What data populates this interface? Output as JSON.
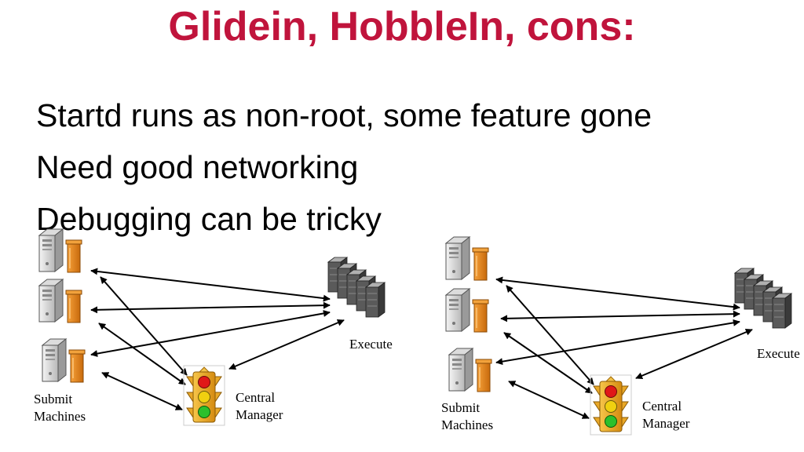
{
  "title": "Glidein, HobbleIn, cons:",
  "bullets": [
    "Startd runs as non-root, some feature gone",
    "Need good networking",
    "Debugging can be tricky"
  ],
  "diagrams": [
    {
      "execute_label": "Execute",
      "submit_label_1": "Submit",
      "submit_label_2": "Machines",
      "central_label_1": "Central",
      "central_label_2": "Manager"
    },
    {
      "execute_label": "Execute",
      "submit_label_1": "Submit",
      "submit_label_2": "Machines",
      "central_label_1": "Central",
      "central_label_2": "Manager"
    }
  ],
  "colors": {
    "title": "#c0143c",
    "arrow": "#000000",
    "queue": "#e88a1a",
    "light_red": "#e01818",
    "light_yellow": "#f0d010",
    "light_green": "#2cc02c"
  }
}
